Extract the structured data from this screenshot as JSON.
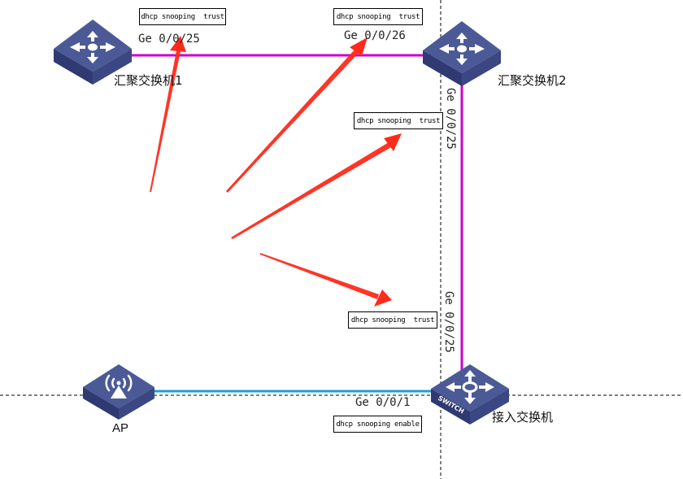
{
  "colors": {
    "trunk_link": "#cc00cc",
    "access_link": "#1a9fdb",
    "arrow": "#ff2a1a",
    "device_top": "#4b5a97",
    "device_side": "#2f3a73",
    "device_front": "#3a4783",
    "guide_line": "#000000"
  },
  "devices": {
    "agg1": {
      "label": "汇聚交换机1",
      "type": "aggregation-switch"
    },
    "agg2": {
      "label": "汇聚交换机2",
      "type": "aggregation-switch"
    },
    "access": {
      "label": "接入交换机",
      "type": "access-switch",
      "badge": "SWITCH"
    },
    "ap": {
      "label": "AP",
      "type": "wireless-access-point"
    }
  },
  "ports": {
    "agg1_ge25": "Ge 0/0/25",
    "agg2_ge26": "Ge 0/0/26",
    "agg2_ge25": "Ge 0/0/25",
    "access_ge25": "Ge 0/0/25",
    "access_ge1": "Ge 0/0/1"
  },
  "notes": {
    "agg1_trust": "dhcp snooping  trust",
    "agg2_trust_top": "dhcp snooping  trust",
    "agg2_trust_side": "dhcp snooping  trust",
    "access_trust": "dhcp snooping  trust",
    "access_enable": "dhcp snooping enable"
  },
  "links": [
    {
      "from": "agg1",
      "to": "agg2",
      "kind": "trunk"
    },
    {
      "from": "agg2",
      "to": "access",
      "kind": "trunk"
    },
    {
      "from": "ap",
      "to": "access",
      "kind": "access"
    }
  ],
  "arrows": [
    {
      "target": "agg1_ge25"
    },
    {
      "target": "agg2_ge26"
    },
    {
      "target": "agg2_ge25"
    },
    {
      "target": "access_ge25"
    }
  ]
}
